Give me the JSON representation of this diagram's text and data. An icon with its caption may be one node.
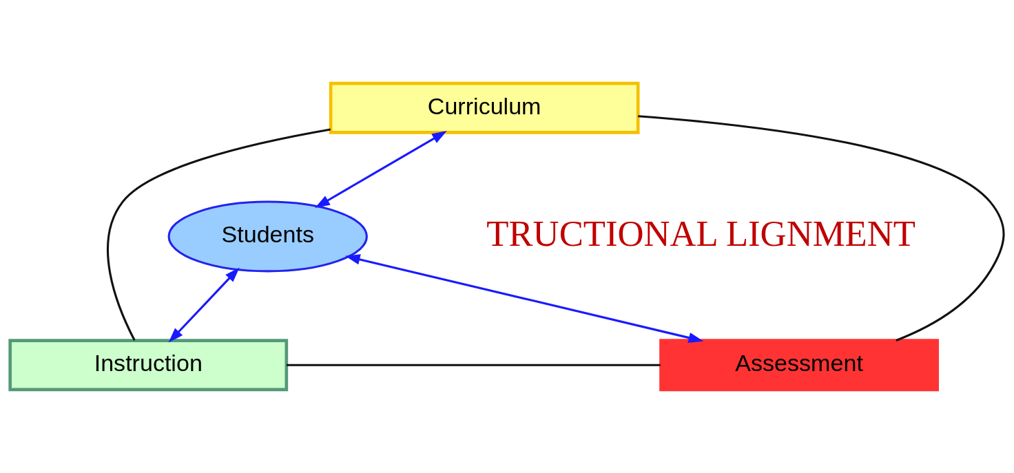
{
  "diagram": {
    "nodes": [
      {
        "text": [
          "Curriculum"
        ]
      },
      {
        "text": [
          "Students"
        ]
      },
      {
        "text": [
          "Instruction"
        ]
      },
      {
        "text": [
          "Assessment"
        ]
      }
    ],
    "edges": [
      {
        "from": 0,
        "to": 2,
        "arrow": "none"
      },
      {
        "from": 0,
        "to": 3,
        "arrow": "none"
      },
      {
        "from": 2,
        "to": 3,
        "arrow": "none"
      },
      {
        "from": 0,
        "to": 1,
        "arrow": "both",
        "color": "#1a1aff"
      },
      {
        "from": 1,
        "to": 2,
        "arrow": "both",
        "color": "#1a1aff"
      },
      {
        "from": 1,
        "to": 3,
        "arrow": "both",
        "color": "#1a1aff"
      }
    ],
    "labels": [
      "TRUCTIONAL LIGNMENT"
    ]
  }
}
